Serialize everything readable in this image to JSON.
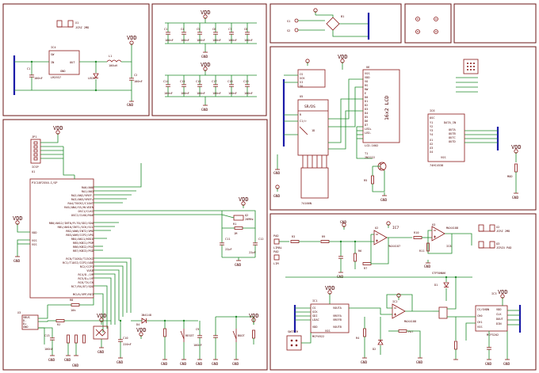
{
  "labels": {
    "vdd": "VDD",
    "gnd": "GND",
    "x1_ref": "X1",
    "x1_val": "JCRZ 2MD",
    "ic4_ref": "IC4",
    "ic4_val": "LM2937",
    "ic4_pins": [
      "IN",
      "OUT",
      "GND",
      "SW"
    ],
    "c1a": "C1",
    "c1a_val": "100nF",
    "l1": "L1",
    "l1_val": "100uH",
    "led": "LED1",
    "c2": "C2",
    "c2_val": "100nF",
    "dc_caps": [
      "C1",
      "C4",
      "C5",
      "C6",
      "C7",
      "C8"
    ],
    "dc_caps2": [
      "C14",
      "C15",
      "C16",
      "C17",
      "C18",
      "C19"
    ],
    "cap_val": "100nF",
    "s1": "S1",
    "s2": "S2",
    "b1": "B1",
    "lcd_ref": "U6",
    "lcd_title": "16x2 LCD",
    "lcd_val": "LCD-1602",
    "lcd_pins": [
      "VSS",
      "VDD",
      "VO",
      "RS",
      "RW",
      "E",
      "D0",
      "D1",
      "D2",
      "D3",
      "D4",
      "D5",
      "D6",
      "D7",
      "LED+",
      "LED-"
    ],
    "u5_ref": "U5",
    "u5_val": "74166N",
    "u5_pins": [
      "SR/DS",
      "R",
      "C1/>",
      "1D"
    ],
    "bus_top_labels": [
      "CS",
      "SCK",
      "SI",
      "SO"
    ],
    "t1": "T1",
    "t1_val": "2N2222",
    "r5": "R5",
    "ic6_ref": "IC6",
    "ic6_val": "74HC4538",
    "ic6_pins": [
      "OSC",
      "Y1",
      "Y2",
      "Y3",
      "Y4",
      "DATA_IN",
      "OUTA",
      "OUTB",
      "OUTC",
      "OUTD",
      "X1",
      "X2",
      "X3",
      "X4",
      "VSS"
    ],
    "u1_ref": "U1",
    "u1_val": "PIC18F2550-I/SP",
    "jp_ref": "JP1",
    "jp_val": "ICSP",
    "pic_pins": [
      "RA0/AN0",
      "RA1/AN1",
      "RA2/AN2/VREF-",
      "RA3/AN3/VREF+",
      "RA4/T0CKI/C1OUT",
      "RA5/AN4/SS/HLVDIN",
      "OSC1/CLKI",
      "OSC2/CLKO/RA6",
      "RB0/AN12/INT0/FLT0/SDI/SDA",
      "RB1/AN10/INT1/SCK/SCL",
      "RB2/AN8/INT2/VMO",
      "RB3/AN9/CCP2/VPO",
      "RB4/AN11/KBI0",
      "RB5/KBI1/PGM",
      "RB6/KBI2/PGC",
      "RB7/KBI3/PGD",
      "RC0/T1OSO/T13CKI",
      "RC1/T1OSI/CCP2/UOE",
      "RC2/CCP1",
      "VUSB",
      "RC4/D-/VM",
      "RC5/D+/VP",
      "RC6/TX/CK",
      "RC7/RX/DT/SDO",
      "MCLR/VPP/RE3"
    ],
    "pic_left_pins": [
      "VDD",
      "VSS",
      "VSS"
    ],
    "q2": "Q2",
    "q2_val": "20MHz",
    "r1": "R1",
    "r1_val": "1M",
    "c11": "C11",
    "c11_val": "22pF",
    "c12": "C12",
    "c12_val": "22pF",
    "r8": "R8",
    "r8_val": "10k",
    "r2": "R2",
    "usb_ref": "X3",
    "usb_pins": [
      "VBUS",
      "D-",
      "D+",
      "GND"
    ],
    "c13": "C13",
    "c13_val": "100nF",
    "c10": "C10",
    "c10_val": "220nF",
    "d4": "D4",
    "d4_val": "1N4148",
    "reset": "RESET",
    "boot": "BOOT",
    "c9": "C9",
    "c9_val": "100nF",
    "pad_left": "PAD",
    "pad_left2": "PAD",
    "lim_a": "LIMAL",
    "lim_b": "LIM",
    "r3": "R3",
    "r9": "R9",
    "r6": "R6",
    "r7": "R7",
    "ic7_ref": "IC7",
    "ic7_val": "MAX4187",
    "ic8_ref": "IC8",
    "ic8_val": "MAX4188",
    "u2": "U2",
    "u3": "U3",
    "d1": "D1",
    "d1_val": "1N4148",
    "stp": "STP30N06",
    "x2": "X2",
    "x2_val": "JCRZ 2MD",
    "q3": "Q3",
    "q3_val": "JCRZ4 PAD",
    "ic1_ref": "IC1",
    "ic1_val": "MCP4922",
    "ic1_pins": [
      "CS",
      "SCK",
      "SDI",
      "LDAC",
      "VDD",
      "VOUTA",
      "VOUTB",
      "VREFA",
      "VREFB",
      "VSS"
    ],
    "switch_lbl": "SWITCH",
    "ic2_ref": "IC2",
    "ic2_val": "MAX4188",
    "ic3_ref": "IC3",
    "ic3_val": "MCP3202",
    "ic3_pins": [
      "CS/SHDN",
      "CH0",
      "CH1",
      "VSS",
      "VDD",
      "CLK",
      "DOUT",
      "DIN"
    ],
    "r4": "R4",
    "r10": "R10",
    "r11": "R11",
    "d2": "D2",
    "pot": "POT",
    "mod_r": "MOD"
  }
}
